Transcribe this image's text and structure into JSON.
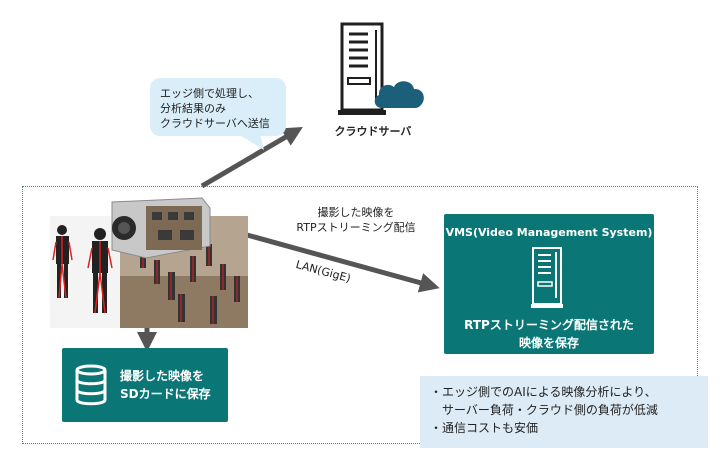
{
  "cloud_server": {
    "label": "クラウドサーバ"
  },
  "edge_bubble": {
    "lines": [
      "エッジ側で処理し、",
      "分析結果のみ",
      "クラウドサーバへ送信"
    ]
  },
  "stream_label": {
    "lines": [
      "撮影した映像を",
      "RTPストリーミング配信"
    ]
  },
  "lan_label": "LAN(GigE)",
  "vms": {
    "title": "VMS(Video Management System)",
    "lines": [
      "RTPストリーミング配信された",
      "映像を保存"
    ]
  },
  "sd_storage": {
    "lines": [
      "撮影した映像を",
      "SDカードに保存"
    ]
  },
  "benefits": {
    "lines": [
      "・エッジ側でのAIによる映像分析により、",
      "　サーバー負荷・クラウド側の負荷が低減",
      "・通信コストも安価"
    ]
  },
  "colors": {
    "teal": "#0b7676",
    "arrow": "#555555",
    "dotted_border": "#3a8f8f",
    "bubble": "#d9eef8",
    "note": "#dcebf5",
    "cloud": "#1c5f7a"
  }
}
